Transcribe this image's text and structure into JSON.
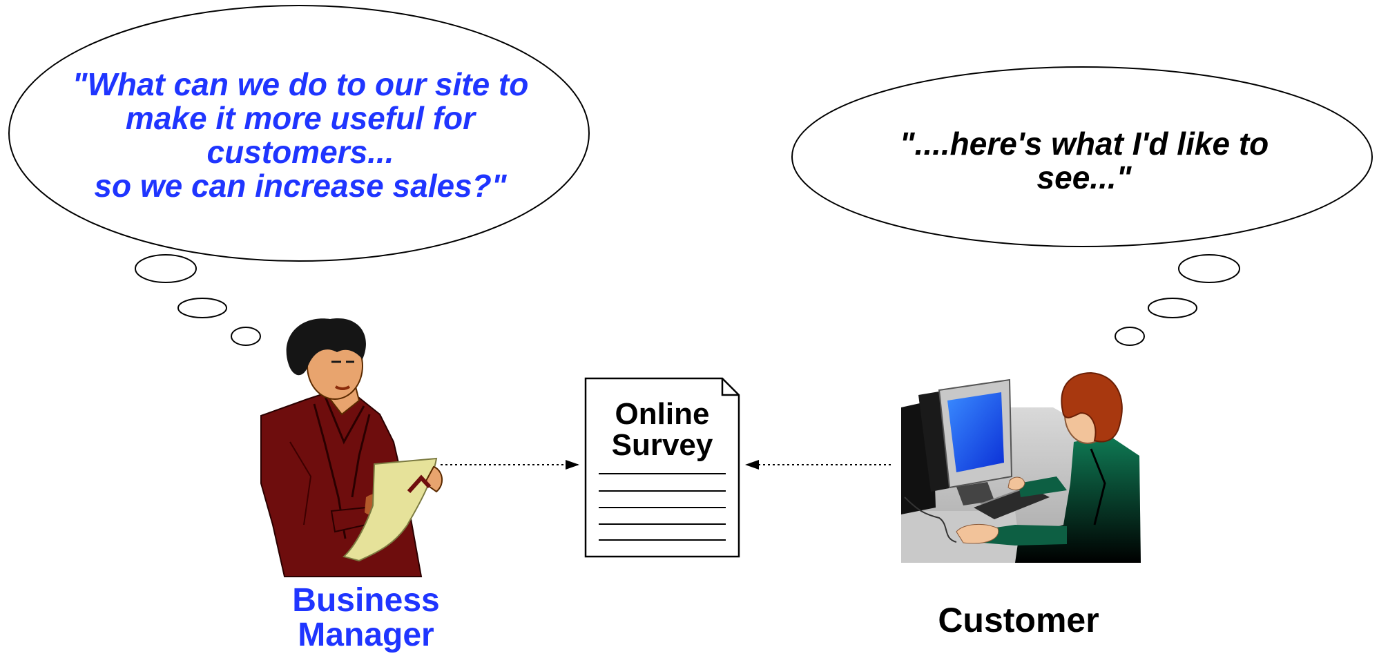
{
  "colors": {
    "manager_text": "#1f35ff",
    "customer_text": "#000000",
    "jacket": "#6e0d0d",
    "paper": "#e6e29a",
    "monitor_screen": "#1f5cff",
    "customer_shirt": "#0d6b4a",
    "customer_hair": "#a8380f"
  },
  "manager": {
    "thought": "\"What can we do to our site to\nmake it more useful for\ncustomers...\nso we can increase sales?\"",
    "label": "Business\nManager",
    "figure_icon": "business-woman-holding-paper"
  },
  "survey": {
    "title": "Online\nSurvey",
    "icon": "document-icon"
  },
  "customer": {
    "thought": "\"....here's what I'd like to\nsee...\"",
    "label": "Customer",
    "figure_icon": "woman-at-computer"
  }
}
